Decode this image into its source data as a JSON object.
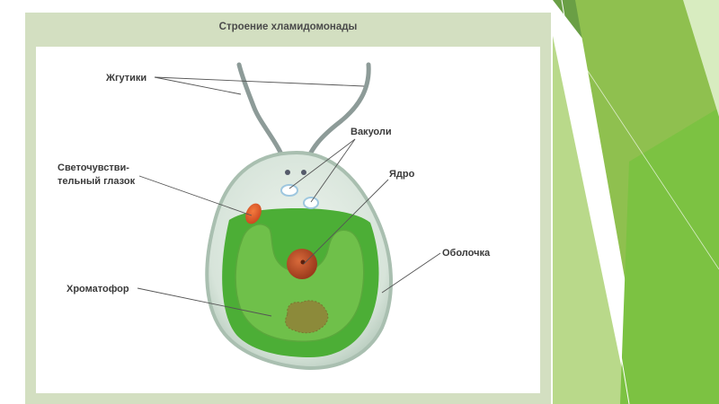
{
  "title": "Строение хламидомонады",
  "labels": {
    "flagella": "Жгутики",
    "vacuoles": "Вакуоли",
    "eyespot_line1": "Светочувстви-",
    "eyespot_line2": "тельный глазок",
    "nucleus": "Ядро",
    "membrane": "Оболочка",
    "chromatophore": "Хроматофор"
  },
  "colors": {
    "frame": "#d3dfc1",
    "cytoplasm": "#4cae36",
    "chromatophore": "#6fc04a",
    "nucleus": "#c0512a",
    "eyespot": "#e2592a",
    "accent_green": "#7cc242"
  }
}
